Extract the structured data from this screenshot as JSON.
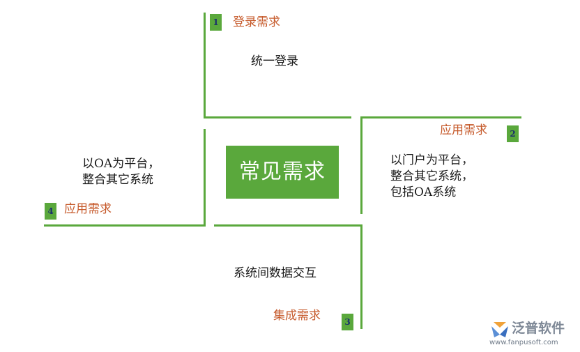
{
  "center": {
    "label": "常见需求"
  },
  "items": [
    {
      "number": "1",
      "title": "登录需求",
      "lines": [
        "统一登录"
      ]
    },
    {
      "number": "2",
      "title": "应用需求",
      "lines": [
        "以门户为平台，",
        "整合其它系统，",
        "包括OA系统"
      ]
    },
    {
      "number": "3",
      "title": "集成需求",
      "lines": [
        "系统间数据交互"
      ]
    },
    {
      "number": "4",
      "title": "应用需求",
      "lines": [
        "以OA为平台，",
        "整合其它系统"
      ]
    }
  ],
  "logo": {
    "name": "泛普软件",
    "url": "www.fanpusoft.com"
  },
  "colors": {
    "accent_green": "#5aa83c",
    "title_orange": "#c65a2b",
    "number_navy": "#1a2f6b",
    "body_text": "#1a1a1a"
  }
}
